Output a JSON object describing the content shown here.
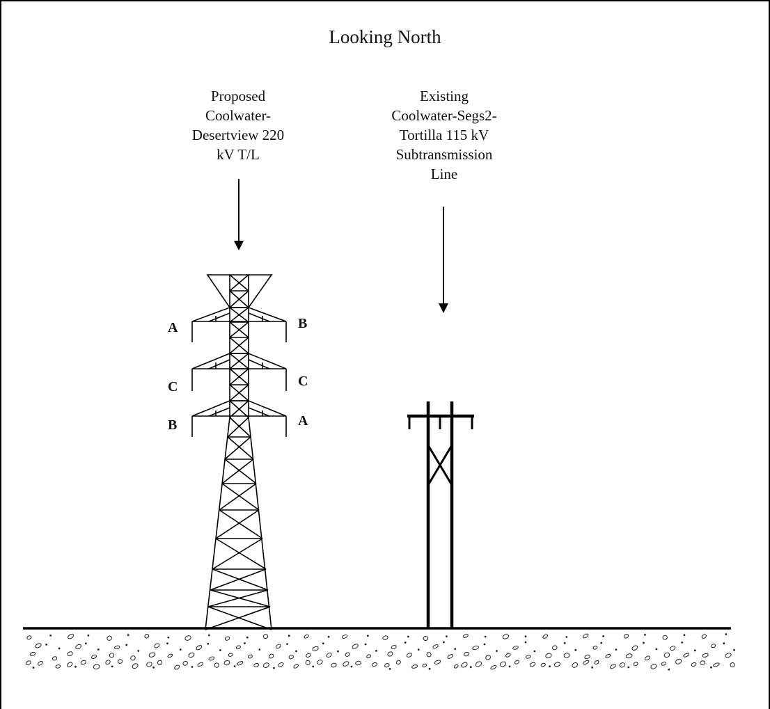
{
  "title": "Looking North",
  "proposed_label": [
    "Proposed",
    "Coolwater-",
    "Desertview 220",
    "kV T/L"
  ],
  "existing_label": [
    "Existing",
    "Coolwater-Segs2-",
    "Tortilla 115 kV",
    "Subtransmission",
    "Line"
  ],
  "phases": {
    "left_top": "A",
    "right_top": "B",
    "left_middle": "C",
    "right_middle": "C",
    "left_bottom": "B",
    "right_bottom": "A"
  },
  "colors": {
    "line": "#000000",
    "background": "#ffffff"
  }
}
